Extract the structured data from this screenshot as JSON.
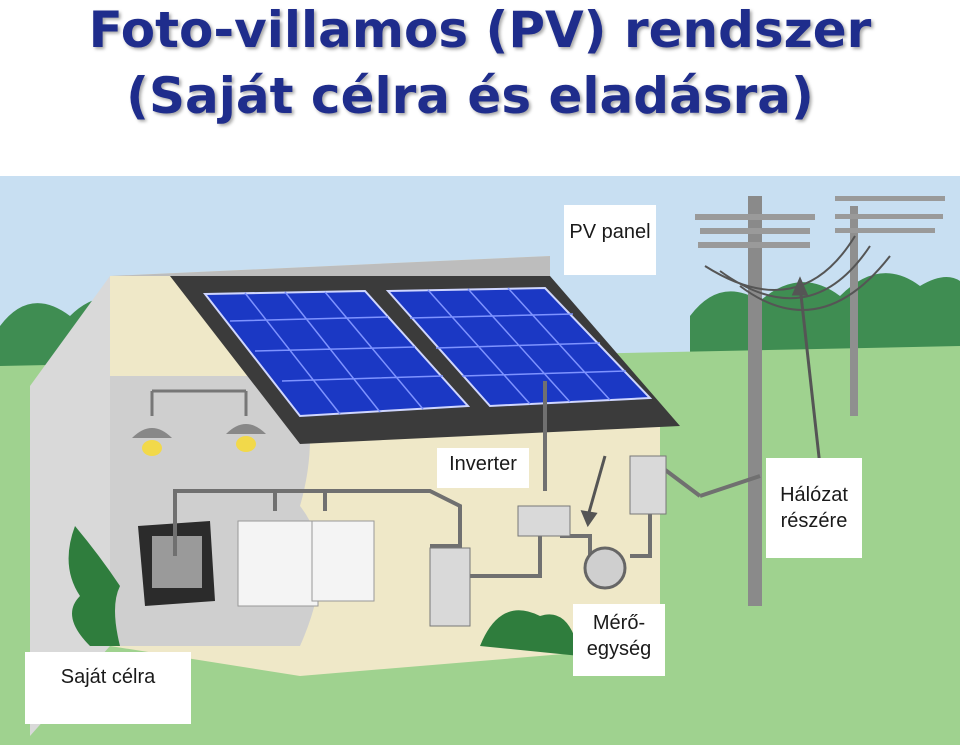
{
  "title": {
    "line1": "Foto-villamos (PV) rendszer",
    "line2": "(Saját célra  és eladásra)"
  },
  "labels": {
    "pv_panel": "PV panel",
    "inverter": "Inverter",
    "grid_line1": "Hálózat",
    "grid_line2": "részére",
    "meter_line1": "Mérő-",
    "meter_line2": "egység",
    "own_use": "Saját célra"
  },
  "colors": {
    "title": "#1f2d8c",
    "sky": "#c8dff2",
    "grass": "#9fd28f",
    "wall": "#efe8c8",
    "panel": "#1b38c4",
    "wire": "#707070"
  }
}
